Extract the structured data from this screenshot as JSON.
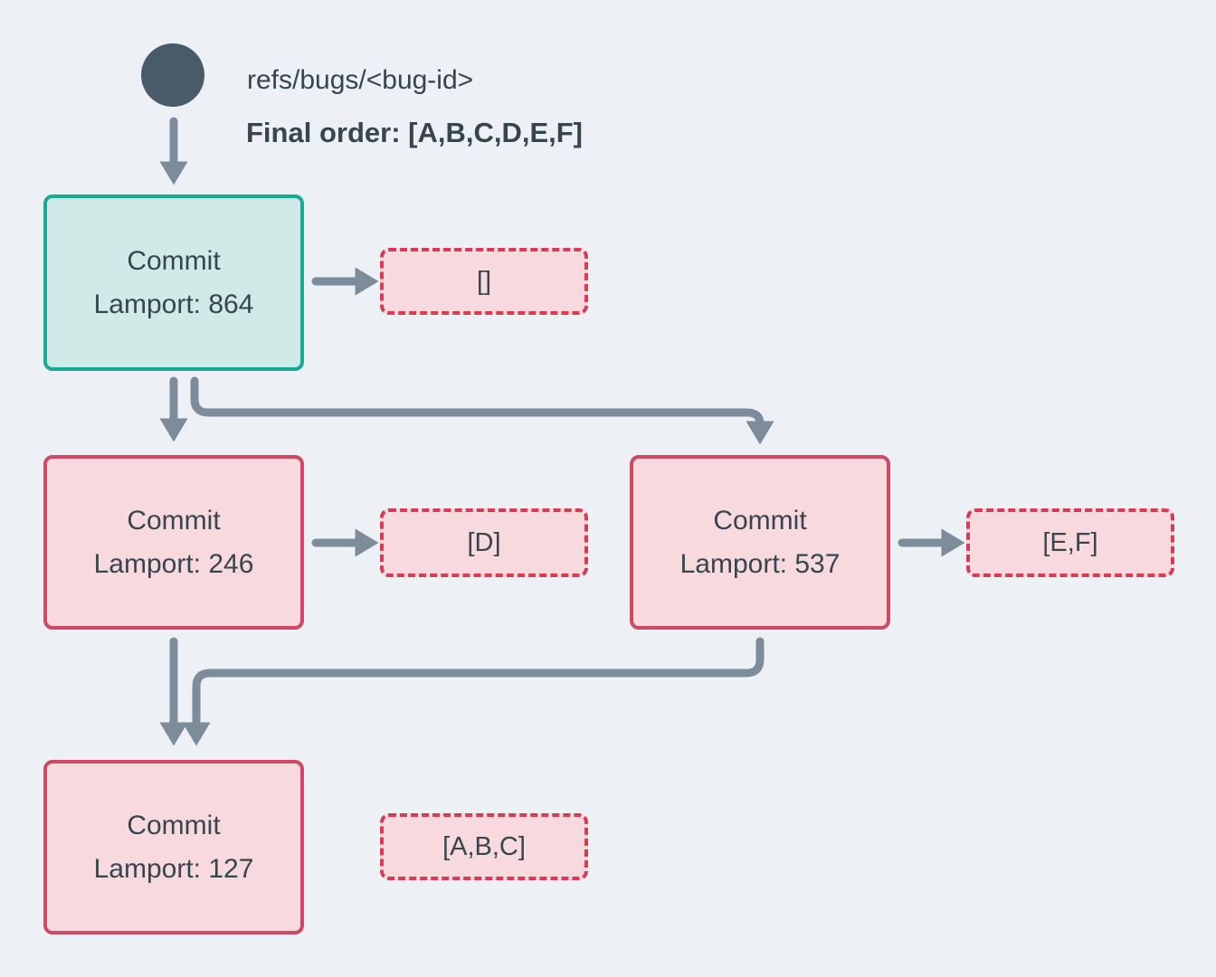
{
  "header": {
    "ref_label": "refs/bugs/<bug-id>",
    "final_order_label": "Final order: [A,B,C,D,E,F]"
  },
  "nodes": [
    {
      "id": "commit-864",
      "title": "Commit",
      "lamport": "Lamport: 864",
      "kind": "head-commit",
      "operations": "[]"
    },
    {
      "id": "commit-246",
      "title": "Commit",
      "lamport": "Lamport: 246",
      "kind": "commit",
      "operations": "[D]"
    },
    {
      "id": "commit-537",
      "title": "Commit",
      "lamport": "Lamport: 537",
      "kind": "commit",
      "operations": "[E,F]"
    },
    {
      "id": "commit-127",
      "title": "Commit",
      "lamport": "Lamport: 127",
      "kind": "commit",
      "operations": "[A,B,C]"
    }
  ],
  "edges": [
    {
      "from": "bug-ref",
      "to": "commit-864",
      "type": "ref-pointer"
    },
    {
      "from": "commit-864",
      "to": "operations-864",
      "type": "operations"
    },
    {
      "from": "commit-864",
      "to": "commit-246",
      "type": "parent-child"
    },
    {
      "from": "commit-864",
      "to": "commit-537",
      "type": "parent-child"
    },
    {
      "from": "commit-246",
      "to": "operations-246",
      "type": "operations"
    },
    {
      "from": "commit-537",
      "to": "operations-537",
      "type": "operations"
    },
    {
      "from": "commit-246",
      "to": "commit-127",
      "type": "parent-child"
    },
    {
      "from": "commit-537",
      "to": "commit-127",
      "type": "parent-child"
    },
    {
      "from": "commit-127",
      "to": "operations-127",
      "type": "operations"
    }
  ],
  "colors": {
    "background": "#edf1f5",
    "ref_circle": "#495a68",
    "arrow": "#7d8c9b",
    "text": "#36454e",
    "head_commit_border": "#1aa998",
    "head_commit_fill": "#cfeae7",
    "commit_border": "#cf4963",
    "commit_fill": "#f7d9de",
    "operations_border": "#da3b52",
    "operations_fill": "#f8dade"
  }
}
